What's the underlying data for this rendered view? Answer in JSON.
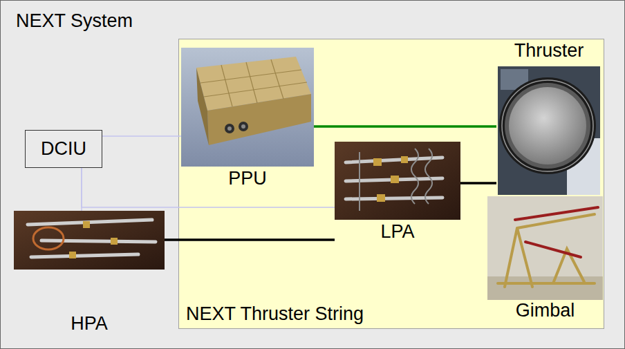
{
  "diagram": {
    "nodes": [
      {
        "text": [
          "NEXT System"
        ]
      },
      {
        "text": [
          "DCIU"
        ],
        "in": 0
      },
      {
        "text": [
          "NEXT Thruster String"
        ],
        "in": 0
      },
      {
        "text": [
          "PPU"
        ],
        "in": 2
      },
      {
        "text": [
          "Thruster"
        ],
        "in": 2
      },
      {
        "text": [
          "LPA"
        ],
        "in": 2
      },
      {
        "text": [
          "Gimbal"
        ],
        "in": 2
      },
      {
        "text": [
          "HPA"
        ],
        "in": 0
      }
    ],
    "edges": [
      {
        "from": 1,
        "to": 3,
        "arrow": "none"
      },
      {
        "from": 1,
        "to": 5,
        "arrow": "none"
      },
      {
        "from": 1,
        "to": 7,
        "arrow": "none"
      },
      {
        "from": 3,
        "to": 4,
        "arrow": "none"
      },
      {
        "from": 5,
        "to": 4,
        "arrow": "none"
      },
      {
        "from": 7,
        "to": 5,
        "arrow": "none"
      }
    ]
  }
}
